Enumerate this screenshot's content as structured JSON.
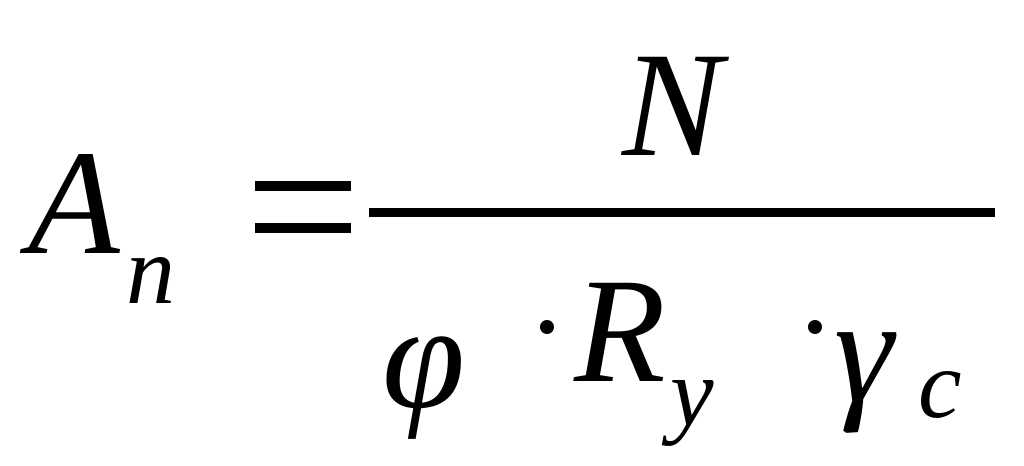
{
  "formula": {
    "lhs": {
      "base": "A",
      "subscript": "n"
    },
    "equals": "=",
    "numerator": "N",
    "denominator": {
      "phi": "φ",
      "operator": "·",
      "resistance": {
        "base": "R",
        "subscript": "y"
      },
      "gamma": {
        "base": "γ",
        "subscript": "c"
      }
    }
  }
}
